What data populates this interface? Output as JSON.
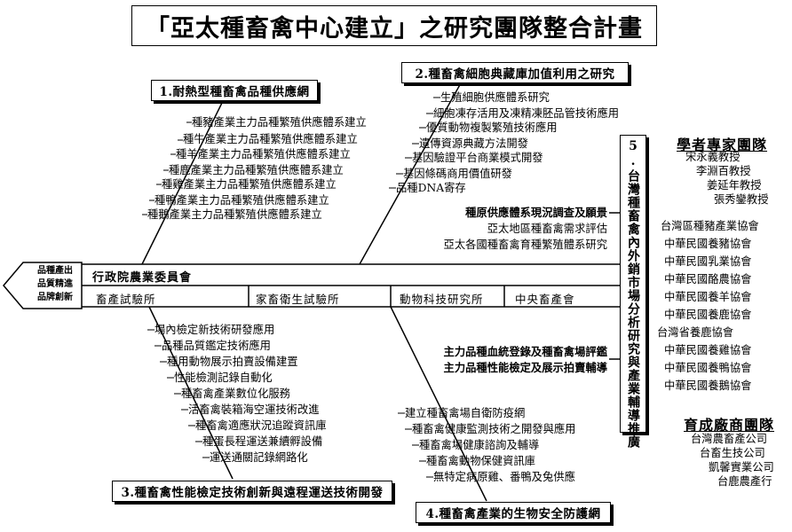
{
  "title": "「亞太種畜禽中心建立」之研究團隊整合計畫",
  "head": {
    "lines": [
      "品種產出",
      "品質精進",
      "品牌創新"
    ]
  },
  "spine": {
    "label": "行政院農業委員會",
    "units": [
      "畜產試驗所",
      "家畜衛生試驗所",
      "動物科技研究所",
      "中央畜產會"
    ]
  },
  "branch1": {
    "title": "1.耐熱型種畜禽品種供應網",
    "items": [
      "種豬產業主力品種繁殖供應體系建立",
      "種牛產業主力品種繁殖供應體系建立",
      "種羊產業主力品種繁殖供應體系建立",
      "種鹿產業主力品種繁殖供應體系建立",
      "種雞產業主力品種繁殖供應體系建立",
      "種鴨產業主力品種繁殖供應體系建立",
      "種鵝產業主力品種繁殖供應體系建立"
    ]
  },
  "branch2": {
    "title": "2.種畜禽細胞典藏庫加值利用之研究",
    "items": [
      "生殖細胞供應體系研究",
      "細胞凍存活用及凍精凍胚品管技術應用",
      "優質動物複製繁殖技術應用",
      "遺傳資源典藏方法開發",
      "基因驗證平台商業模式開發",
      "基因條碼商用價值研發",
      "品種DNA寄存"
    ]
  },
  "branch3": {
    "title": "3.種畜禽性能檢定技術創新與遠程運送技術開發",
    "items": [
      "場內檢定新技術研發應用",
      "品種品質鑑定技術應用",
      "種用動物展示拍賣設備建置",
      "性能檢測記錄自動化",
      "種畜禽產業數位化服務",
      "活畜禽裝箱海空運技術改進",
      "種畜禽適應狀況追蹤資訊庫",
      "種蛋長程運送兼續孵設備",
      "運送通關記錄網路化"
    ]
  },
  "branch4": {
    "title": "4.種畜禽產業的生物安全防護網",
    "items": [
      "建立種畜禽場自衛防疫網",
      "種畜禽健康監測技術之開發與應用",
      "種畜禽場健康諮詢及輔導",
      "種畜禽動物保健資訊庫",
      "無特定病原雞、番鴨及兔供應"
    ]
  },
  "branch5": {
    "title": "5.台灣種畜禽內外銷市場分析研究與產業輔導推廣",
    "upper_items": [
      "種原供應體系現況調查及願景",
      "亞太地區種畜禽需求評估",
      "亞太各國種畜禽育種繁殖體系研究"
    ],
    "lower_items": [
      "主力品種血統登錄及種畜禽場評鑑",
      "主力品種性能檢定及展示拍賣輔導"
    ]
  },
  "scholars": {
    "title": "學者專家團隊",
    "members": [
      "宋永義教授",
      "李淵百教授",
      "姜延年教授",
      "張秀鑾教授"
    ]
  },
  "associations": [
    "台灣區種豬產業協會",
    "中華民國養豬協會",
    "中華民國乳業協會",
    "中華民國酪農協會",
    "中華民國養羊協會",
    "中華民國養鹿協會",
    "台灣省養鹿協會",
    "中華民國養雞協會",
    "中華民國養鴨協會",
    "中華民國養鵝協會"
  ],
  "manufacturers": {
    "title": "育成廠商團隊",
    "members": [
      "台灣農畜產公司",
      "台畜生技公司",
      "凱馨實業公司",
      "台鹿農產行"
    ]
  }
}
